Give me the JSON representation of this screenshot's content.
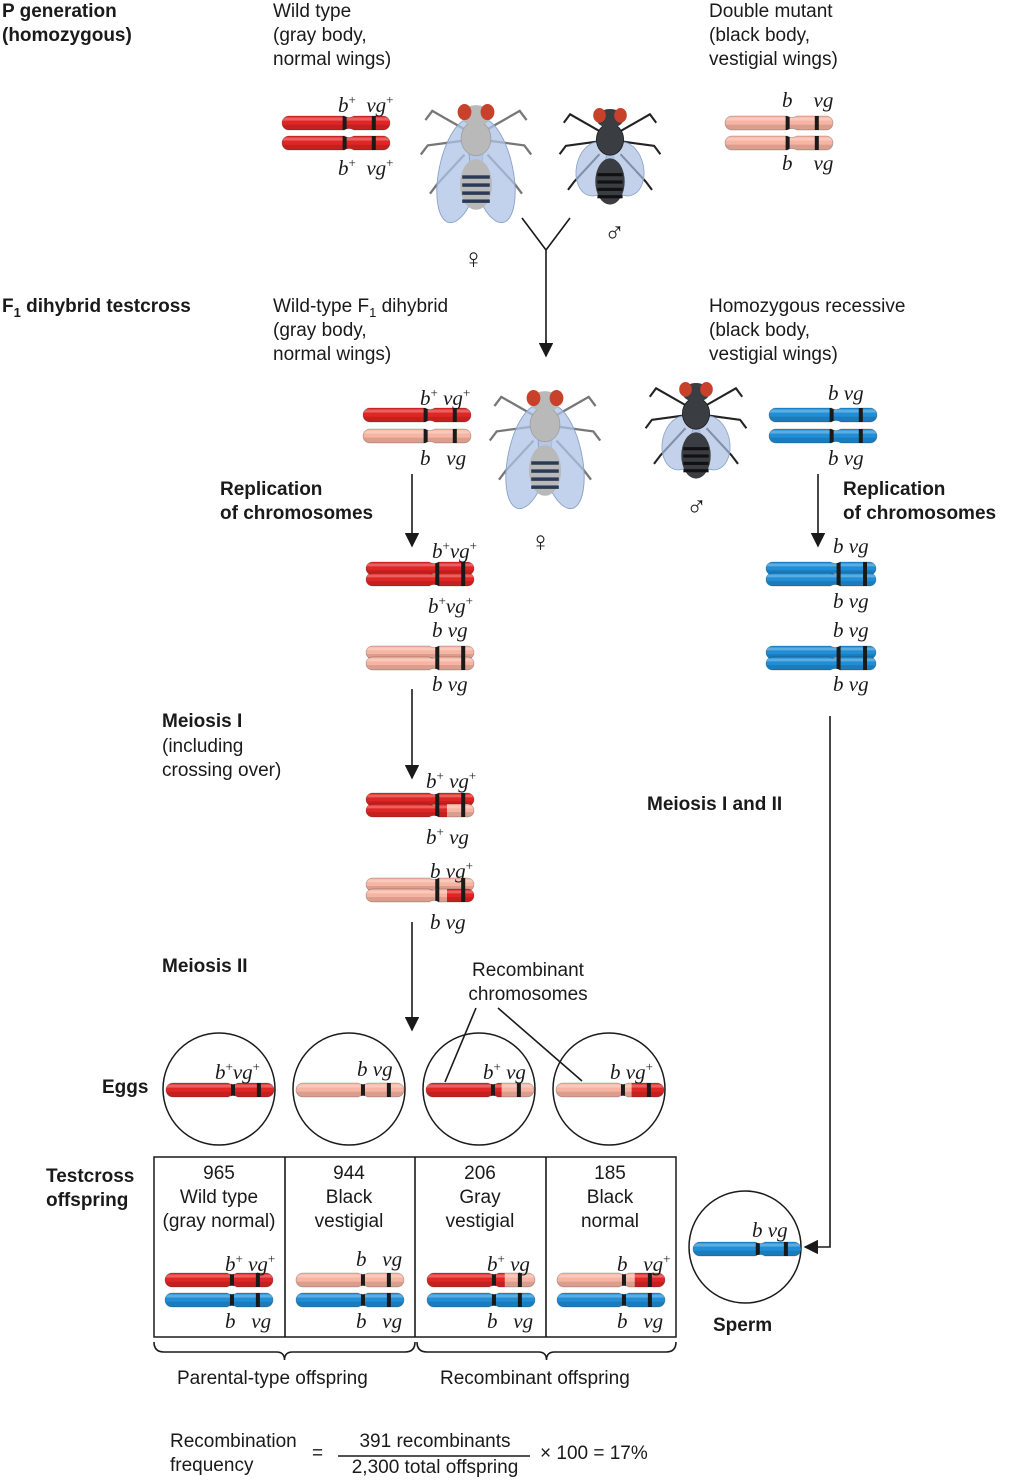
{
  "p_generation": {
    "label_line1": "P generation",
    "label_line2": "(homozygous)",
    "wild_type": [
      "Wild type",
      "(gray body,",
      "normal wings)"
    ],
    "double_mutant": [
      "Double mutant",
      "(black body,",
      "vestigial wings)"
    ]
  },
  "f1": {
    "label_main": "F",
    "label_sub": "1",
    "label_rest": " dihybrid testcross",
    "wild_type_line1_main": "Wild-type F",
    "wild_type_line1_sub": "1",
    "wild_type_line1_rest": " dihybrid",
    "wild_type_rest": [
      "(gray body,",
      "normal wings)"
    ],
    "recessive": [
      "Homozygous recessive",
      "(black body,",
      "vestigial wings)"
    ]
  },
  "genes": {
    "b_plus": "b",
    "vg_plus": "vg",
    "plus": "+",
    "b": "b",
    "vg": "vg"
  },
  "symbols": {
    "female": "♀",
    "male": "♂"
  },
  "steps": {
    "replication_left": [
      "Replication",
      "of chromosomes"
    ],
    "replication_right": [
      "Replication",
      "of chromosomes"
    ],
    "meiosis1_title": "Meiosis I",
    "meiosis1_sub": [
      "(including",
      "crossing over)"
    ],
    "meiosis12": "Meiosis I and II",
    "meiosis2": "Meiosis II"
  },
  "recombinant_label": [
    "Recombinant",
    "chromosomes"
  ],
  "eggs_label": "Eggs",
  "sperm_label": "Sperm",
  "offspring_label": [
    "Testcross",
    "offspring"
  ],
  "offspring": [
    {
      "count": "965",
      "line1": "Wild type",
      "line2": "(gray normal)"
    },
    {
      "count": "944",
      "line1": "Black",
      "line2": "vestigial"
    },
    {
      "count": "206",
      "line1": "Gray",
      "line2": "vestigial"
    },
    {
      "count": "185",
      "line1": "Black",
      "line2": "normal"
    }
  ],
  "brace_labels": {
    "parental": "Parental-type offspring",
    "recombinant": "Recombinant offspring"
  },
  "formula": {
    "lhs": [
      "Recombination",
      "frequency"
    ],
    "equals": "=",
    "numerator": "391 recombinants",
    "denominator": "2,300 total offspring",
    "tail": "× 100 = 17%"
  },
  "colors": {
    "red": "#e02525",
    "pink": "#f7b4a2",
    "blue": "#1f8ed6",
    "band": "#1a1a1a"
  }
}
